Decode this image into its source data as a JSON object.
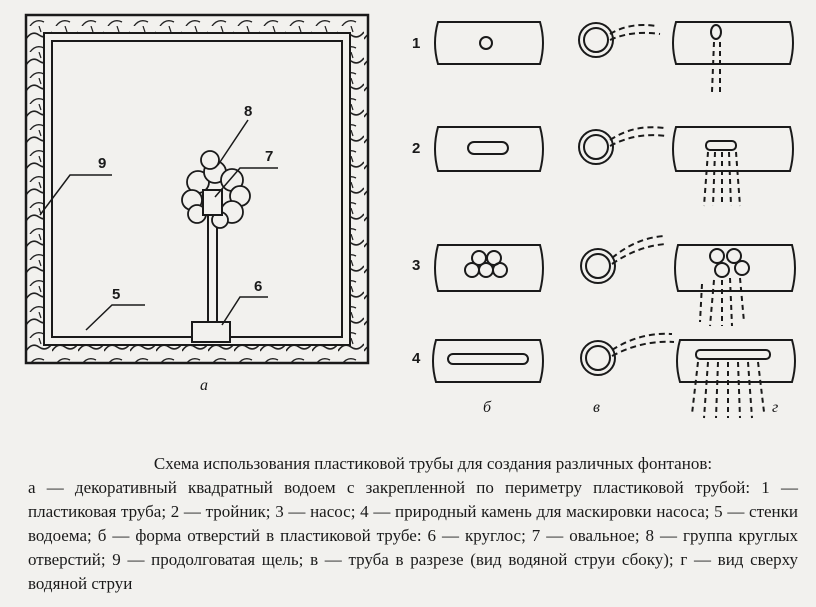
{
  "panel_a": {
    "label": "а",
    "callouts": [
      "9",
      "8",
      "7",
      "5",
      "6"
    ]
  },
  "panel_b": {
    "label": "б"
  },
  "panel_v": {
    "label": "в"
  },
  "panel_g": {
    "label": "г"
  },
  "rows": [
    "1",
    "2",
    "3",
    "4"
  ],
  "caption": {
    "title": "Схема использования пластиковой трубы для создания различных фонтанов:",
    "text": "а — декоративный квадратный водоем с закрепленной по периметру пластиковой трубой: 1 — пластиковая труба; 2 — тройник; 3 — насос; 4 — природный камень для маскировки насоса; 5 — стенки водоема; б — форма отверстий в пластиковой трубе: 6 — круглос; 7 — овальное; 8 — группа круглых отверстий; 9 — продолговатая щель; в — труба в разрезе (вид водяной струи сбоку); г — вид сверху водяной струи"
  }
}
